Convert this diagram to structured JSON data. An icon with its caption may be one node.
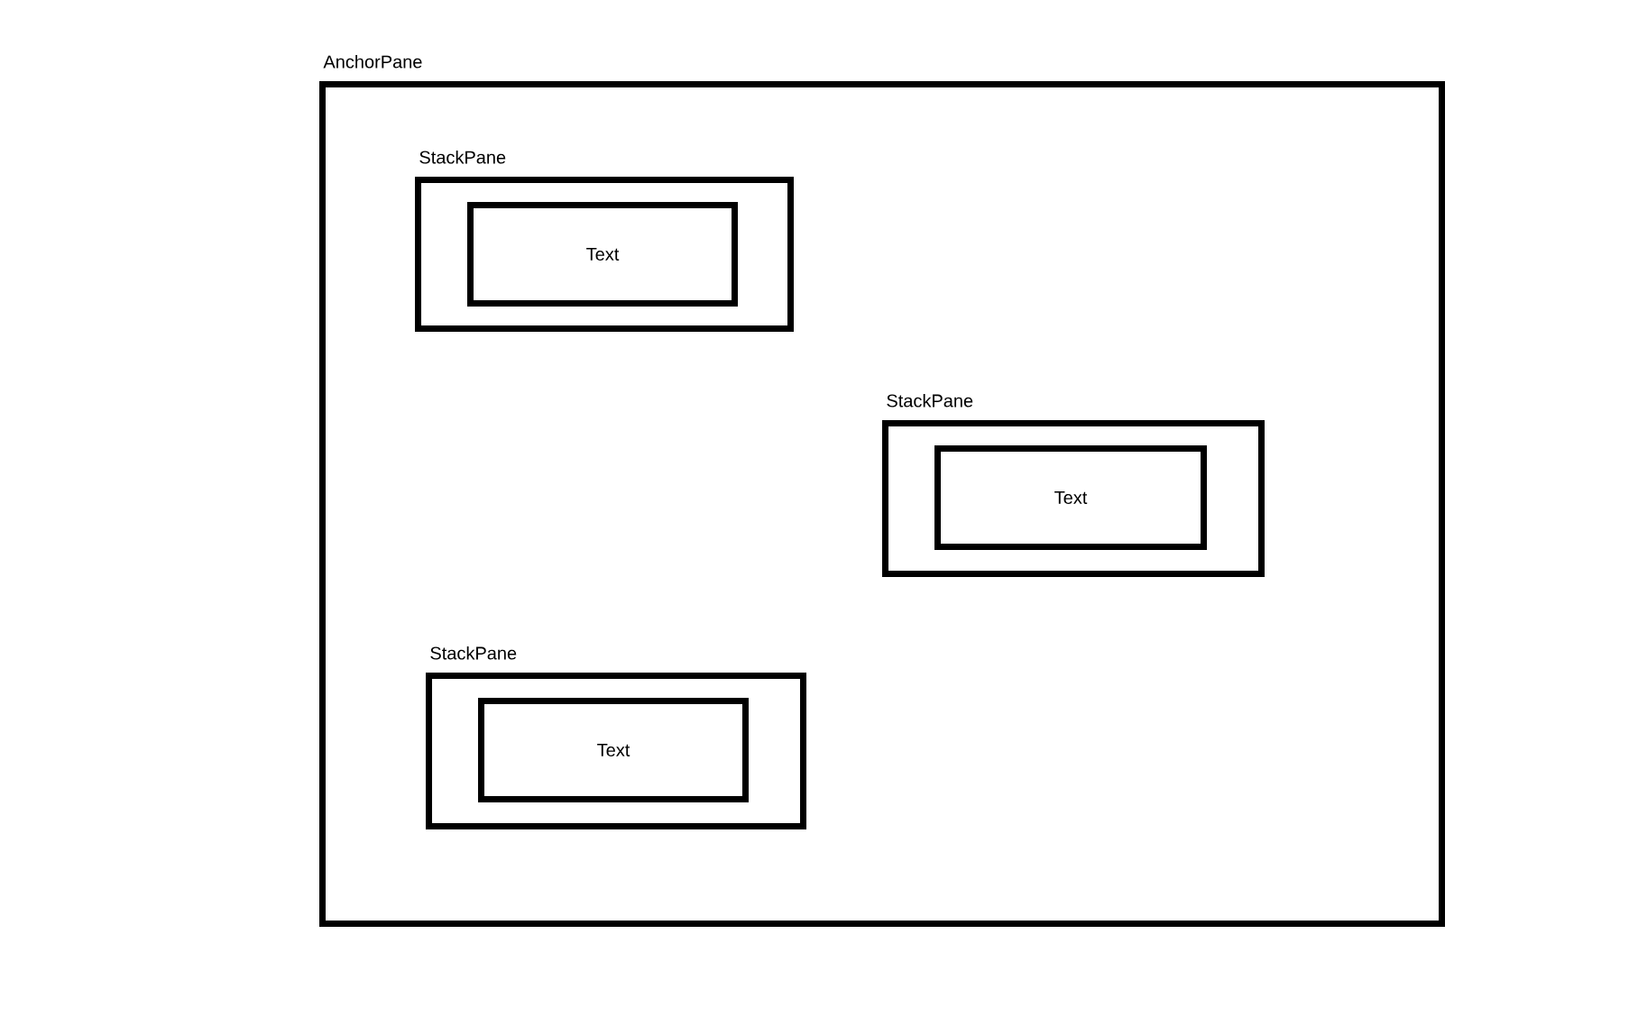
{
  "diagram": {
    "nodes": [
      {
        "text": [
          "AnchorPane"
        ]
      },
      {
        "text": [
          "StackPane"
        ],
        "in": 0
      },
      {
        "text": [
          "Text"
        ],
        "in": 1
      },
      {
        "text": [
          "StackPane"
        ],
        "in": 0
      },
      {
        "text": [
          "Text"
        ],
        "in": 3
      },
      {
        "text": [
          "StackPane"
        ],
        "in": 0
      },
      {
        "text": [
          "Text"
        ],
        "in": 5
      }
    ]
  }
}
